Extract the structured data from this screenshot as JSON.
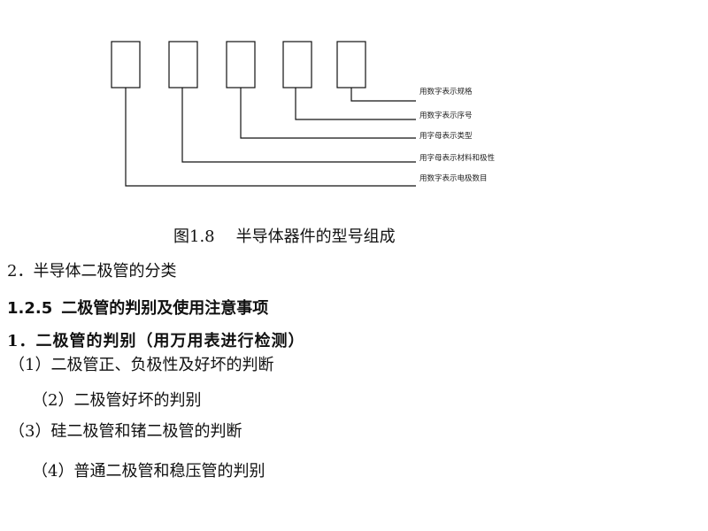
{
  "diagram": {
    "labels": [
      "用数字表示规格",
      "用数字表示序号",
      "用字母表示类型",
      "用字母表示材料和极性",
      "用数字表示电极数目"
    ]
  },
  "caption": {
    "number": "图1.8",
    "title": "半导体器件的型号组成"
  },
  "content": {
    "line1": "2．半导体二极管的分类",
    "heading_125_number": "1.2.5",
    "heading_125_title": "二极管的判别及使用注意事项",
    "heading_1": "1．二极管的判别（用万用表进行检测）",
    "sub1": "（1）二极管正、负极性及好坏的判断",
    "sub2": "（2）二极管好坏的判别",
    "sub3": "（3）硅二极管和锗二极管的判断",
    "sub4": "（4）普通二极管和稳压管的判别"
  }
}
